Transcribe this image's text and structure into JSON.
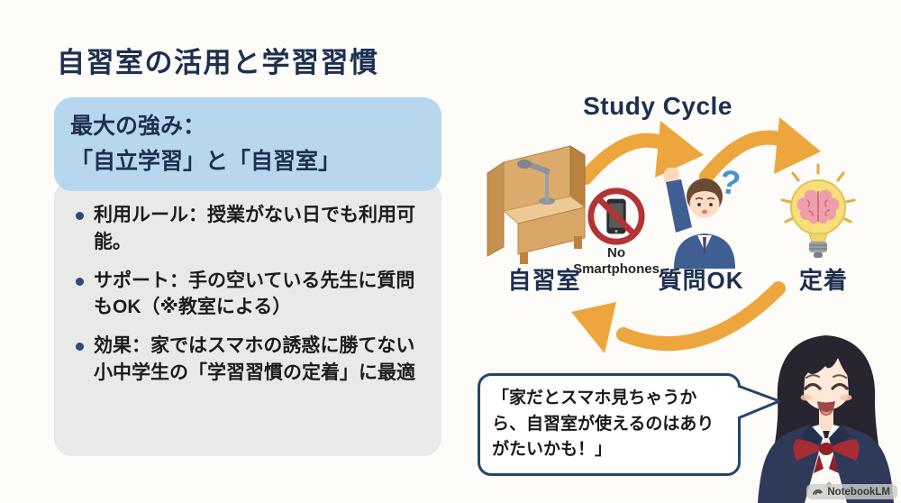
{
  "slide": {
    "title": "自習室の活用と学習習慣",
    "strength_card": {
      "heading_line1": "最大の強み：",
      "heading_line2": "「自立学習」と「自習室」",
      "bullets": [
        "利用ルール：授業がない日でも利用可能。",
        "サポート：手の空いている先生に質問もOK（※教室による）",
        "効果：家ではスマホの誘惑に勝てない小中学生の「学習習慣の定着」に最適"
      ]
    },
    "study_cycle": {
      "title": "Study Cycle",
      "step_labels": {
        "study_room": "自習室",
        "questions_ok": "質問OK",
        "retention": "定着"
      },
      "no_smartphones": {
        "line1": "No",
        "line2": "Smartphones"
      },
      "question_mark": "?"
    },
    "speech_bubble": {
      "text": "「家だとスマホ見ちゃうから、自習室が使えるのはありがたいかも！」"
    },
    "watermark": {
      "label": "NotebookLM"
    },
    "colors": {
      "title_navy": "#1d3050",
      "header_blue": "#b7d7ef",
      "body_gray": "#e9e9e7",
      "bullet_navy": "#2a4a7a",
      "arrow_orange": "#eda63d",
      "prohibition_red": "#b23434",
      "bulb_yellow": "#f8df79",
      "brain_pink": "#ef9fab",
      "question_blue": "#4596c8",
      "bubble_border": "#23466b"
    }
  }
}
